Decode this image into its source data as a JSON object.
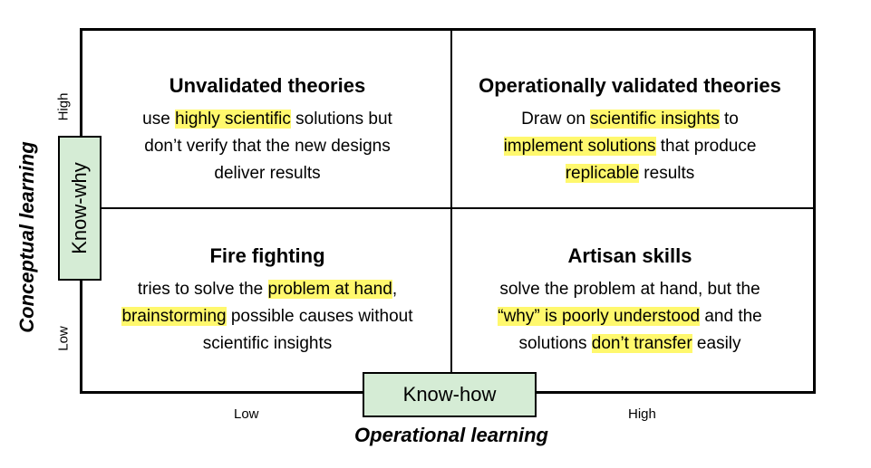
{
  "quadrants": {
    "top_left": {
      "title": "Unvalidated theories",
      "line1_pre": "use ",
      "line1_hl": "highly scientific",
      "line1_post": " solutions but",
      "line2": "don’t verify that the new designs",
      "line3": "deliver results"
    },
    "top_right": {
      "title": "Operationally validated theories",
      "line1_pre": "Draw on ",
      "line1_hl": "scientific insights",
      "line1_post": " to",
      "line2_hl": "implement solutions",
      "line2_post": " that produce",
      "line3_hl": "replicable",
      "line3_post": " results"
    },
    "bottom_left": {
      "title": "Fire fighting",
      "line1_pre": "tries to solve the ",
      "line1_hl": "problem at hand",
      "line1_post": ",",
      "line2_hl": "brainstorming",
      "line2_post": " possible causes without",
      "line3": "scientific insights"
    },
    "bottom_right": {
      "title": "Artisan skills",
      "line1": "solve the problem at hand, but the",
      "line2_hl": "“why” is poorly understood",
      "line2_post": " and the",
      "line3_pre": "solutions ",
      "line3_hl": "don’t transfer",
      "line3_post": " easily"
    }
  },
  "axes": {
    "y_label": "Conceptual learning",
    "y_box": "Know-why",
    "y_high": "High",
    "y_low": "Low",
    "x_label": "Operational learning",
    "x_box": "Know-how",
    "x_low": "Low",
    "x_high": "High"
  },
  "colors": {
    "highlight": "#fff86d",
    "box_fill": "#d5ecd5",
    "border": "#000000"
  }
}
